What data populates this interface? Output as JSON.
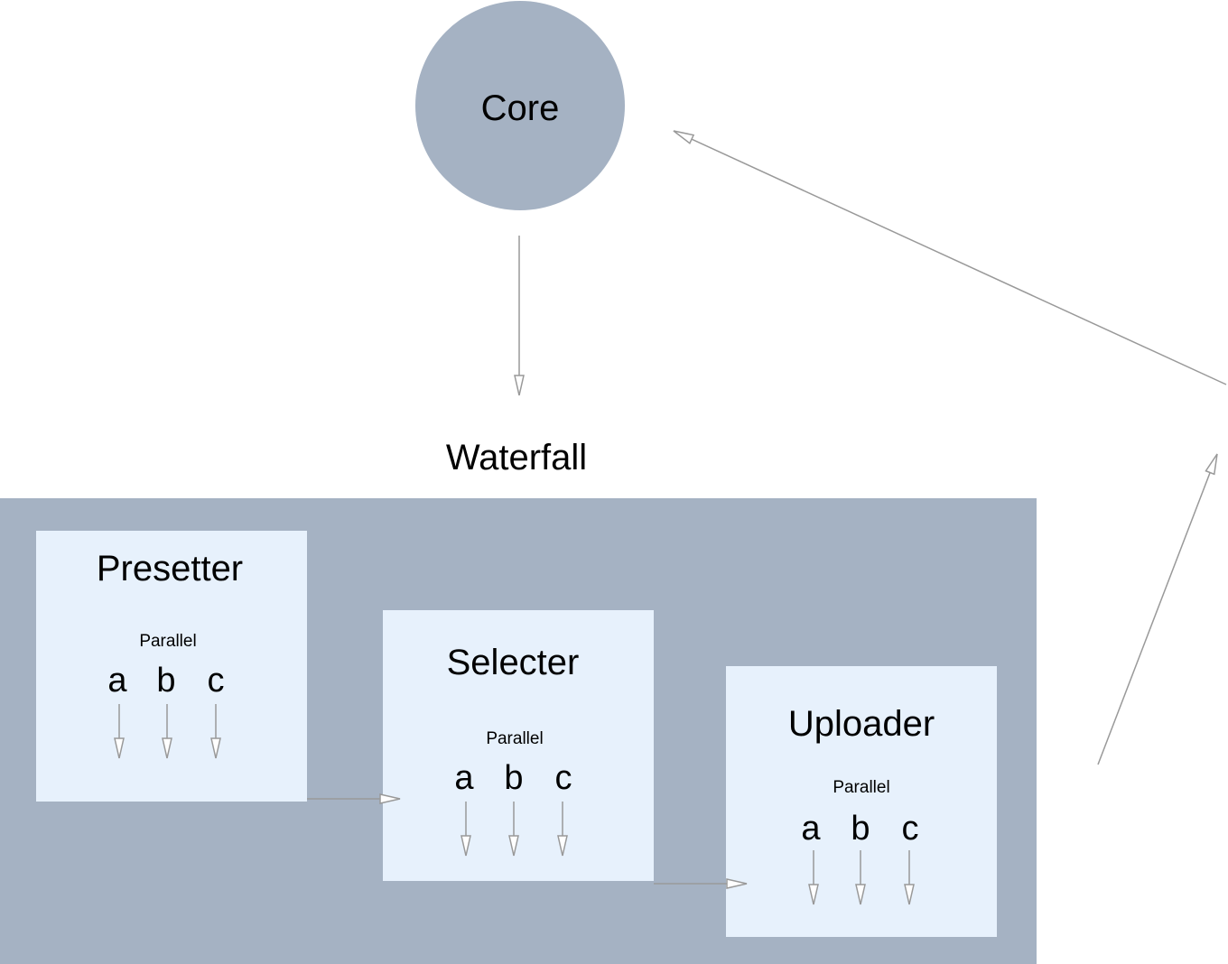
{
  "core": {
    "label": "Core"
  },
  "waterfall": {
    "label": "Waterfall"
  },
  "stages": [
    {
      "title": "Presetter",
      "parallel_label": "Parallel",
      "tasks": [
        "a",
        "b",
        "c"
      ]
    },
    {
      "title": "Selecter",
      "parallel_label": "Parallel",
      "tasks": [
        "a",
        "b",
        "c"
      ]
    },
    {
      "title": "Uploader",
      "parallel_label": "Parallel",
      "tasks": [
        "a",
        "b",
        "c"
      ]
    }
  ],
  "colors": {
    "node_fill": "#a5b2c3",
    "stage_fill": "#e7f1fc",
    "arrow_stroke": "#999999"
  }
}
